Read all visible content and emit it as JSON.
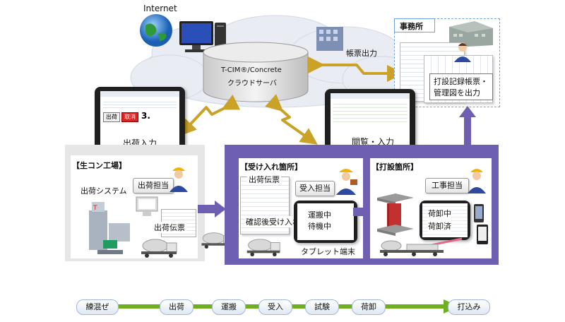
{
  "internet_label": "Internet",
  "server": {
    "line1": "T-CIM®/Concrete",
    "line2": "クラウドサーバ"
  },
  "report_output": "帳票出力",
  "office": {
    "title": "事務所",
    "note_line1": "打設記録帳票・",
    "note_line2": "管理図を出力"
  },
  "tablet_plant": {
    "label": "出荷入力",
    "screen_ship": "出荷",
    "screen_cancel": "取消",
    "screen_value": "3."
  },
  "tablet_view": {
    "label": "閲覧・入力"
  },
  "plant": {
    "title": "【生コン工場】",
    "role": "出荷担当",
    "system": "出荷システム",
    "slip": "出荷伝票"
  },
  "receiving": {
    "title": "【受け入れ箇所】",
    "slip": "出荷伝票",
    "role": "受入担当",
    "confirm": "確認後受け入れ",
    "tablet_line1": "運搬中",
    "tablet_line2": "待機中",
    "tablet_label": "タブレット端末"
  },
  "placing": {
    "title": "【打設箇所】",
    "role": "工事担当",
    "line1": "荷卸中",
    "line2": "荷卸済"
  },
  "flow": [
    "練混ぜ",
    "出荷",
    "運搬",
    "受入",
    "試験",
    "荷卸",
    "打込み"
  ],
  "colors": {
    "accent_purple": "#6f5fb3",
    "flow_green": "#6fae1f",
    "arrow_gold": "#c9a227",
    "panel_gray": "#e6e6e6"
  }
}
